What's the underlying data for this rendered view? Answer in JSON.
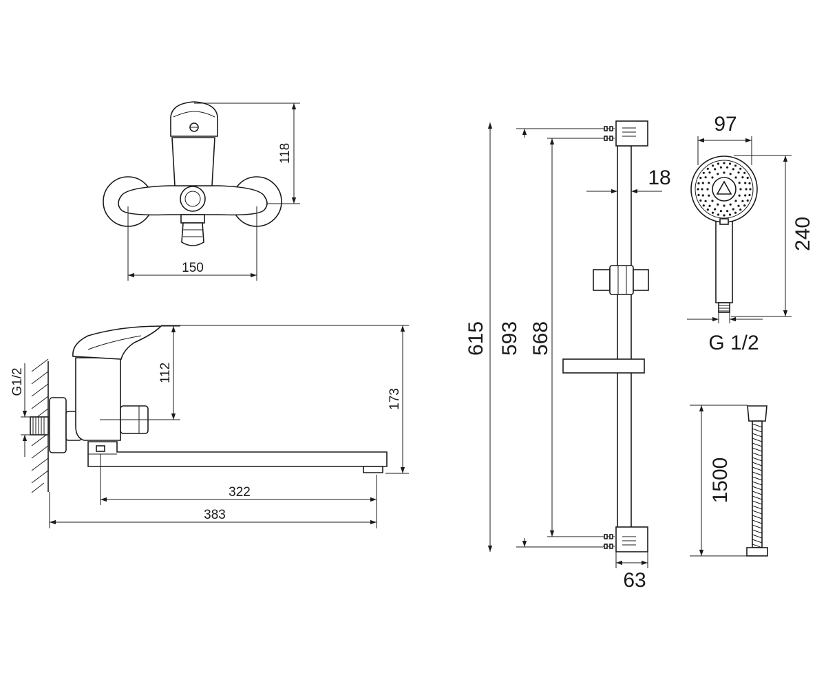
{
  "dimensions": {
    "faucet_front": {
      "height": "118",
      "width": "150"
    },
    "faucet_side": {
      "thread": "G1/2",
      "handle_height": "112",
      "total_height": "173",
      "spout_reach": "322",
      "total_length": "383"
    },
    "slide_bar": {
      "total": "615",
      "mid": "593",
      "inner": "568",
      "rail_width": "18",
      "bracket_width": "63"
    },
    "hand_shower": {
      "diameter": "97",
      "length": "240",
      "connection": "G 1/2"
    },
    "hose": {
      "length": "1500"
    }
  }
}
